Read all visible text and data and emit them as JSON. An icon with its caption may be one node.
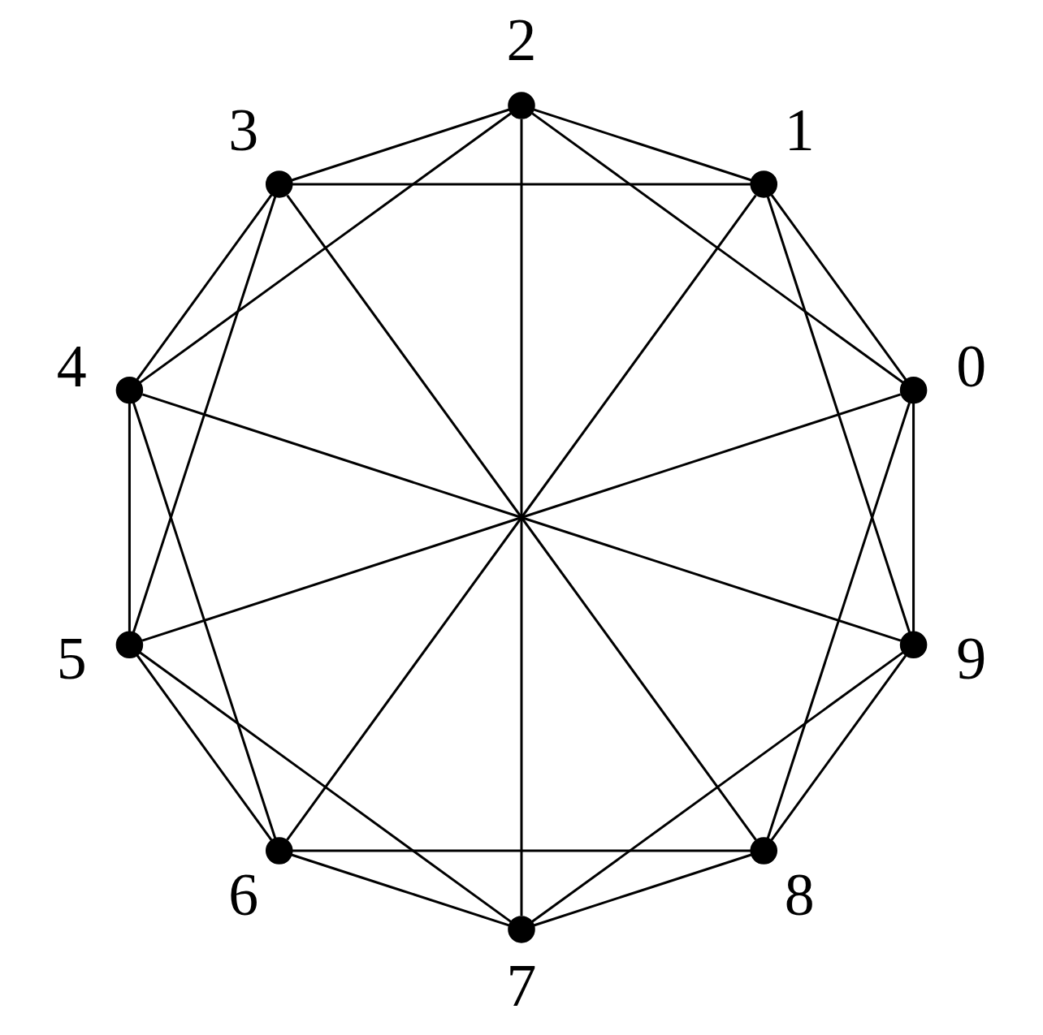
{
  "diagram": {
    "nodes": [
      {
        "text": [],
        "shape": "circle",
        "beside": [
          "0"
        ]
      },
      {
        "text": [],
        "shape": "circle",
        "beside": [
          "1"
        ]
      },
      {
        "text": [],
        "shape": "circle",
        "beside": [
          "2"
        ]
      },
      {
        "text": [],
        "shape": "circle",
        "beside": [
          "3"
        ]
      },
      {
        "text": [],
        "shape": "circle",
        "beside": [
          "4"
        ]
      },
      {
        "text": [],
        "shape": "circle",
        "beside": [
          "5"
        ]
      },
      {
        "text": [],
        "shape": "circle",
        "beside": [
          "6"
        ]
      },
      {
        "text": [],
        "shape": "circle",
        "beside": [
          "7"
        ]
      },
      {
        "text": [],
        "shape": "circle",
        "beside": [
          "8"
        ]
      },
      {
        "text": [],
        "shape": "circle",
        "beside": [
          "9"
        ]
      }
    ],
    "edges": [
      {
        "from": 0,
        "to": 1,
        "arrow": "none"
      },
      {
        "from": 1,
        "to": 2,
        "arrow": "none"
      },
      {
        "from": 2,
        "to": 3,
        "arrow": "none"
      },
      {
        "from": 3,
        "to": 4,
        "arrow": "none"
      },
      {
        "from": 4,
        "to": 5,
        "arrow": "none"
      },
      {
        "from": 5,
        "to": 6,
        "arrow": "none"
      },
      {
        "from": 6,
        "to": 7,
        "arrow": "none"
      },
      {
        "from": 7,
        "to": 8,
        "arrow": "none"
      },
      {
        "from": 8,
        "to": 9,
        "arrow": "none"
      },
      {
        "from": 9,
        "to": 0,
        "arrow": "none"
      },
      {
        "from": 0,
        "to": 2,
        "arrow": "none"
      },
      {
        "from": 1,
        "to": 3,
        "arrow": "none"
      },
      {
        "from": 2,
        "to": 4,
        "arrow": "none"
      },
      {
        "from": 3,
        "to": 5,
        "arrow": "none"
      },
      {
        "from": 4,
        "to": 6,
        "arrow": "none"
      },
      {
        "from": 5,
        "to": 7,
        "arrow": "none"
      },
      {
        "from": 6,
        "to": 8,
        "arrow": "none"
      },
      {
        "from": 7,
        "to": 9,
        "arrow": "none"
      },
      {
        "from": 8,
        "to": 0,
        "arrow": "none"
      },
      {
        "from": 9,
        "to": 1,
        "arrow": "none"
      },
      {
        "from": 0,
        "to": 5,
        "arrow": "none"
      },
      {
        "from": 1,
        "to": 6,
        "arrow": "none"
      },
      {
        "from": 2,
        "to": 7,
        "arrow": "none"
      },
      {
        "from": 3,
        "to": 8,
        "arrow": "none"
      },
      {
        "from": 4,
        "to": 9,
        "arrow": "none"
      }
    ]
  }
}
